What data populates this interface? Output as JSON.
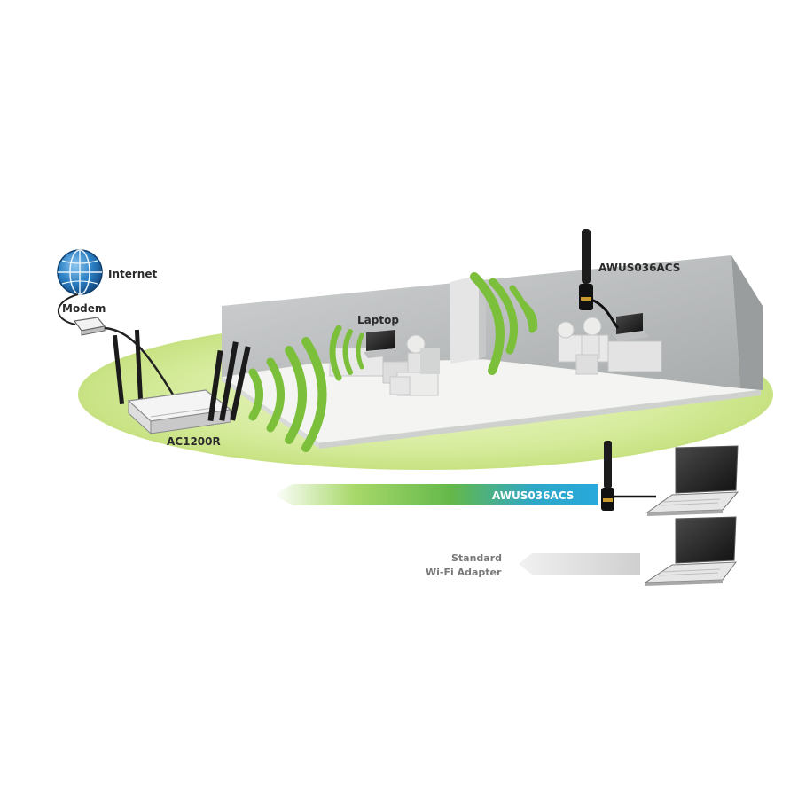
{
  "labels": {
    "internet": "Internet",
    "modem": "Modem",
    "laptop": "Laptop",
    "adapter_top": "AWUS036ACS",
    "router": "AC1200R",
    "arrow_adapter": "AWUS036ACS",
    "standard_line1": "Standard",
    "standard_line2": "Wi-Fi Adapter"
  },
  "colors": {
    "signal_green": "#7cbf3a",
    "ellipse_green": "#d7ec9e",
    "arrow_blue": "#27a9dc",
    "room_grey": "#bfc2c3",
    "floor": "#f3f4f1",
    "globe_blue": "#1e6fb3"
  },
  "icons": [
    "globe-icon",
    "modem-icon",
    "router-icon",
    "usb-adapter-icon",
    "laptop-icon",
    "desk-icon",
    "signal-waves-icon"
  ]
}
